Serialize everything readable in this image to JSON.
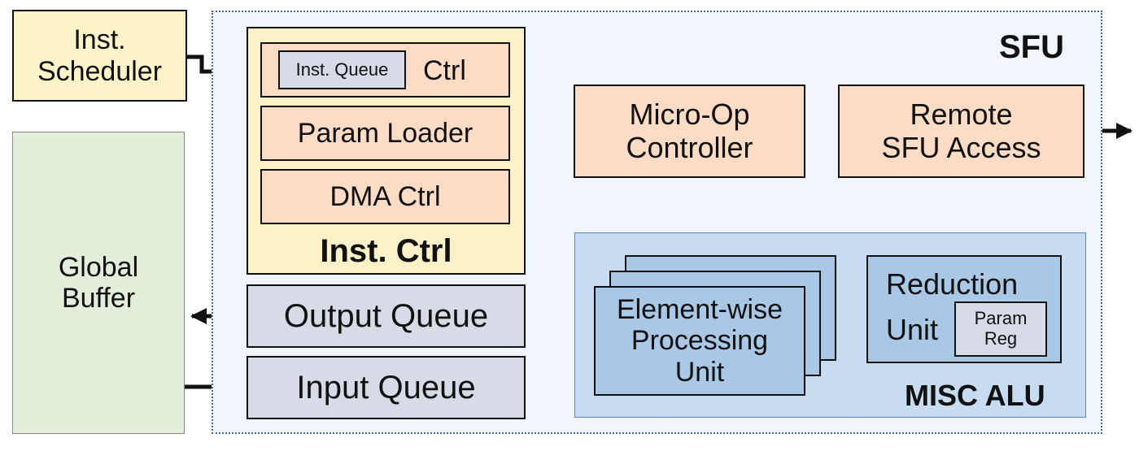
{
  "sfu_title": "SFU",
  "inst_scheduler": "Inst.\nScheduler",
  "global_buffer": "Global\nBuffer",
  "inst_ctrl": {
    "title": "Inst. Ctrl",
    "inst_queue": "Inst. Queue",
    "ctrl": "Ctrl",
    "param_loader": "Param Loader",
    "dma_ctrl": "DMA Ctrl"
  },
  "output_queue": "Output Queue",
  "input_queue": "Input Queue",
  "micro_op_controller": "Micro-Op\nController",
  "remote_sfu_access": "Remote\nSFU Access",
  "misc_alu": {
    "title": "MISC ALU",
    "element_wise": "Element-wise\nProcessing\nUnit",
    "reduction_unit_top": "Reduction",
    "reduction_unit_bottom": "Unit",
    "param_reg": "Param\nReg"
  },
  "colors": {
    "scheduler_fill": "#fdf3c9",
    "global_buffer_fill": "#e2eed9",
    "sfu_fill": "#f0f4fb",
    "sfu_border": "#4a6a88",
    "inst_ctrl_fill": "#fdf1c7",
    "peach_fill": "#fcdcc4",
    "queue_fill": "#d7dbe6",
    "misc_alu_fill": "#c7dcf0",
    "misc_alu_border": "#5b86b3",
    "unit_fill": "#a9c8e6"
  }
}
